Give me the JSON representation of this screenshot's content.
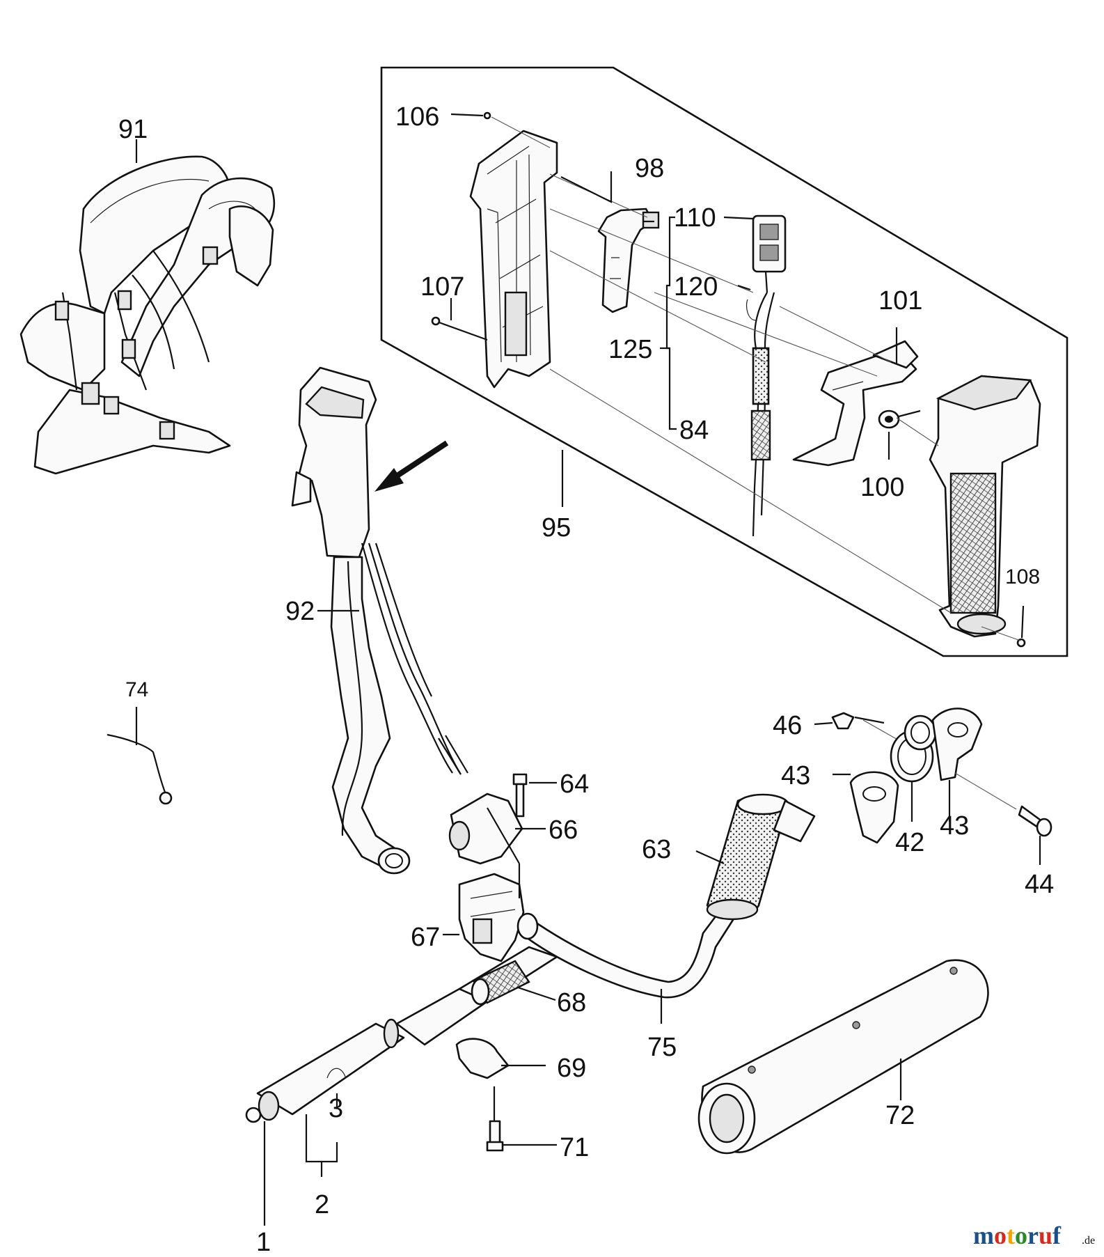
{
  "diagram": {
    "labels": {
      "l1": "1",
      "l2": "2",
      "l3": "3",
      "l42": "42",
      "l43a": "43",
      "l43b": "43",
      "l44": "44",
      "l46": "46",
      "l63": "63",
      "l64": "64",
      "l66": "66",
      "l67": "67",
      "l68": "68",
      "l69": "69",
      "l71": "71",
      "l72": "72",
      "l74": "74",
      "l75": "75",
      "l84": "84",
      "l91": "91",
      "l92": "92",
      "l95": "95",
      "l98": "98",
      "l100": "100",
      "l101": "101",
      "l106": "106",
      "l107": "107",
      "l108": "108",
      "l110": "110",
      "l120": "120",
      "l125": "125"
    },
    "watermark": {
      "main": "motoruf",
      "suffix": ".de",
      "colors": {
        "m": "#1a4f8a",
        "o1": "#d52b1e",
        "t": "#f0a500",
        "o2": "#2a8a2a",
        "r": "#1a4f8a",
        "u": "#d52b1e",
        "f": "#1a4f8a"
      }
    }
  }
}
